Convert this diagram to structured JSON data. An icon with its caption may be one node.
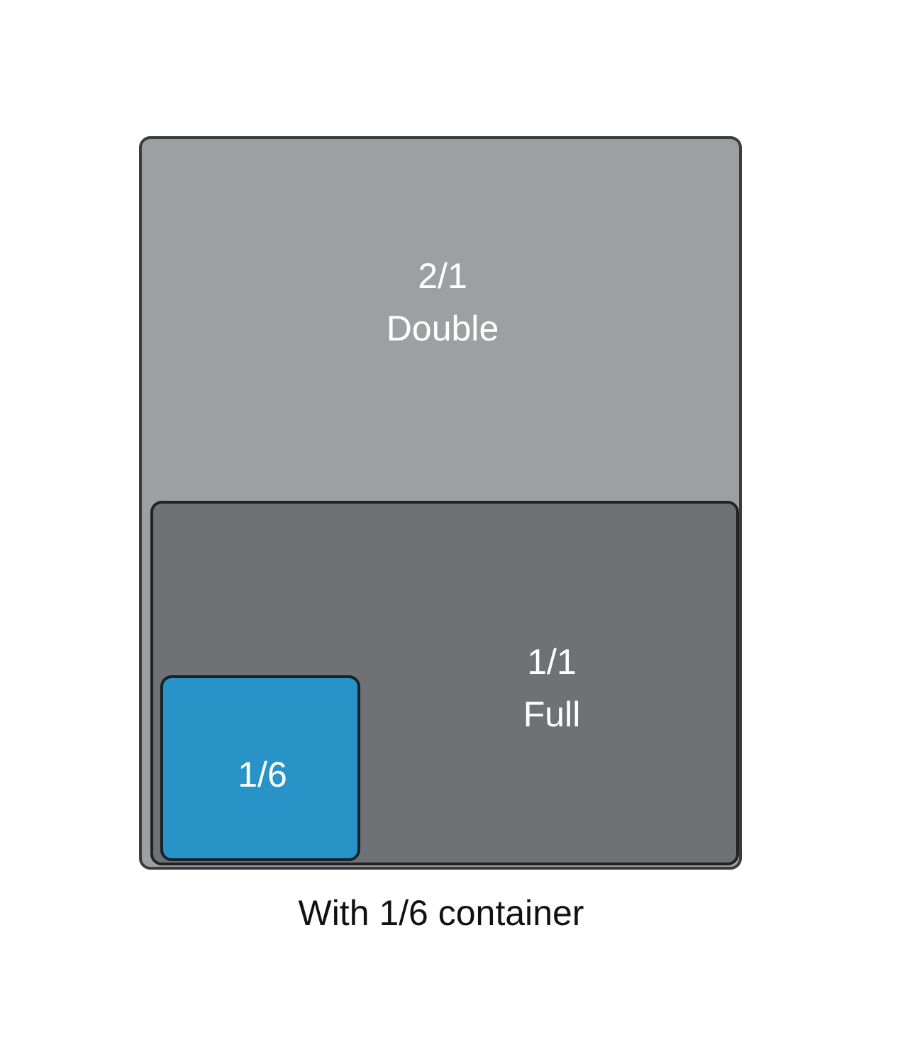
{
  "diagram": {
    "caption": "With 1/6 container",
    "nodes": [
      {
        "text": [
          "2/1 Double"
        ]
      },
      {
        "text": [
          "1/1 Full"
        ],
        "in": 0
      },
      {
        "text": [
          "1/6"
        ],
        "in": 1
      }
    ]
  }
}
